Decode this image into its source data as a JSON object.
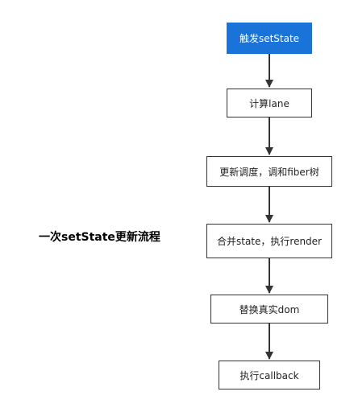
{
  "diagram": {
    "title": "一次setState更新流程",
    "colors": {
      "primary_fill": "#1a73d9",
      "border": "#333333",
      "arrow": "#333333"
    },
    "steps": [
      {
        "label": "触发setState"
      },
      {
        "label": "计算lane"
      },
      {
        "label": "更新调度，调和fiber树"
      },
      {
        "label": "合并state，执行render"
      },
      {
        "label": "替换真实dom"
      },
      {
        "label": "执行callback"
      }
    ]
  }
}
